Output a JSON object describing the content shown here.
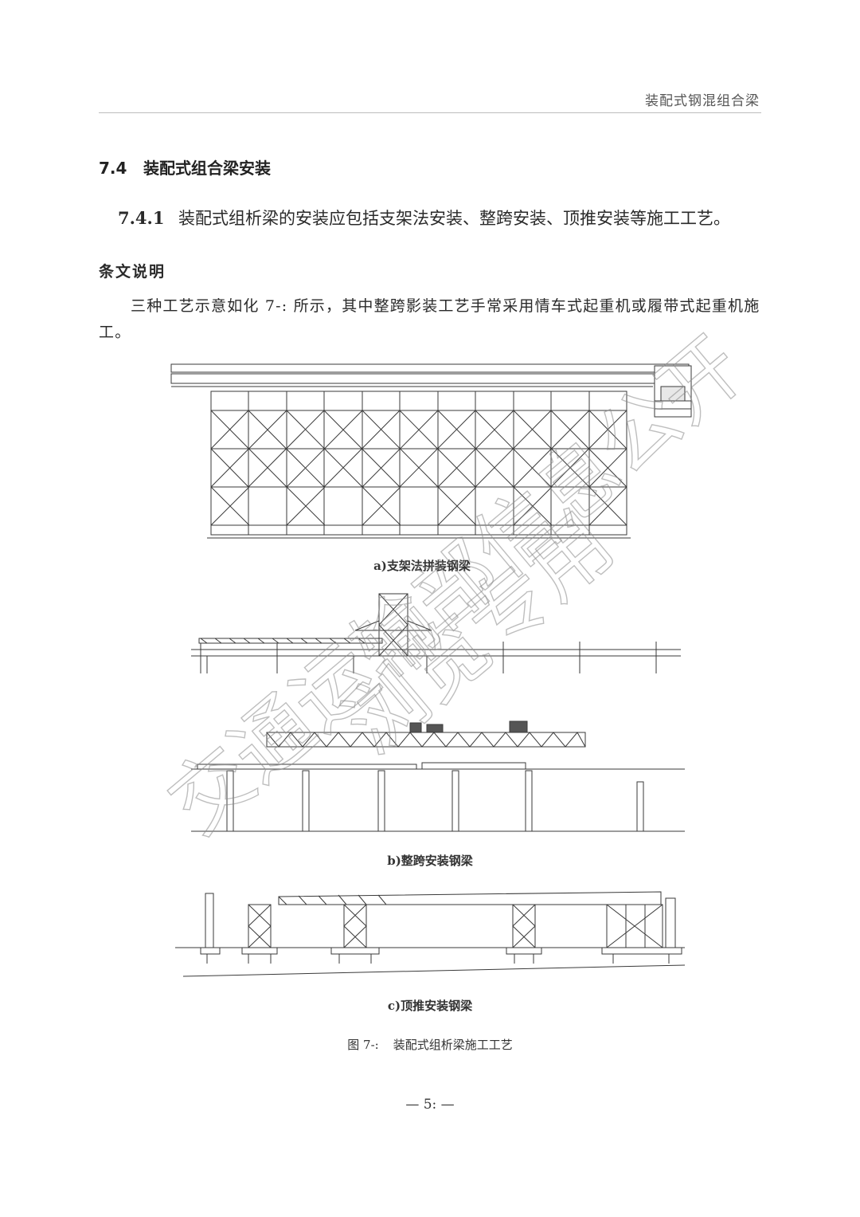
{
  "header": {
    "running_title": "装配式钢混组合梁"
  },
  "section": {
    "number": "7.4",
    "title": "装配式组合梁安装"
  },
  "clause": {
    "number": "7.4.1",
    "text": "装配式组析梁的安装应包括支架法安装、整跨安装、顶推安装等施工工艺。"
  },
  "explanation": {
    "heading": "条文说明",
    "body": "三种工艺示意如化 7-: 所示，其中整跨影装工艺手常采用情车式起重机或履带式起重机施工。"
  },
  "figure": {
    "panels": [
      {
        "caption": "a)支架法拼装钢梁"
      },
      {
        "caption": "b)整跨安装钢梁"
      },
      {
        "caption": "c)顶推安装钢梁"
      }
    ],
    "label": "图 7-:",
    "title": "装配式组析梁施工工艺"
  },
  "page": {
    "number": "— 5: —"
  },
  "watermark": {
    "line1": "交通运输部信息公开",
    "line2": "浏览专用"
  }
}
